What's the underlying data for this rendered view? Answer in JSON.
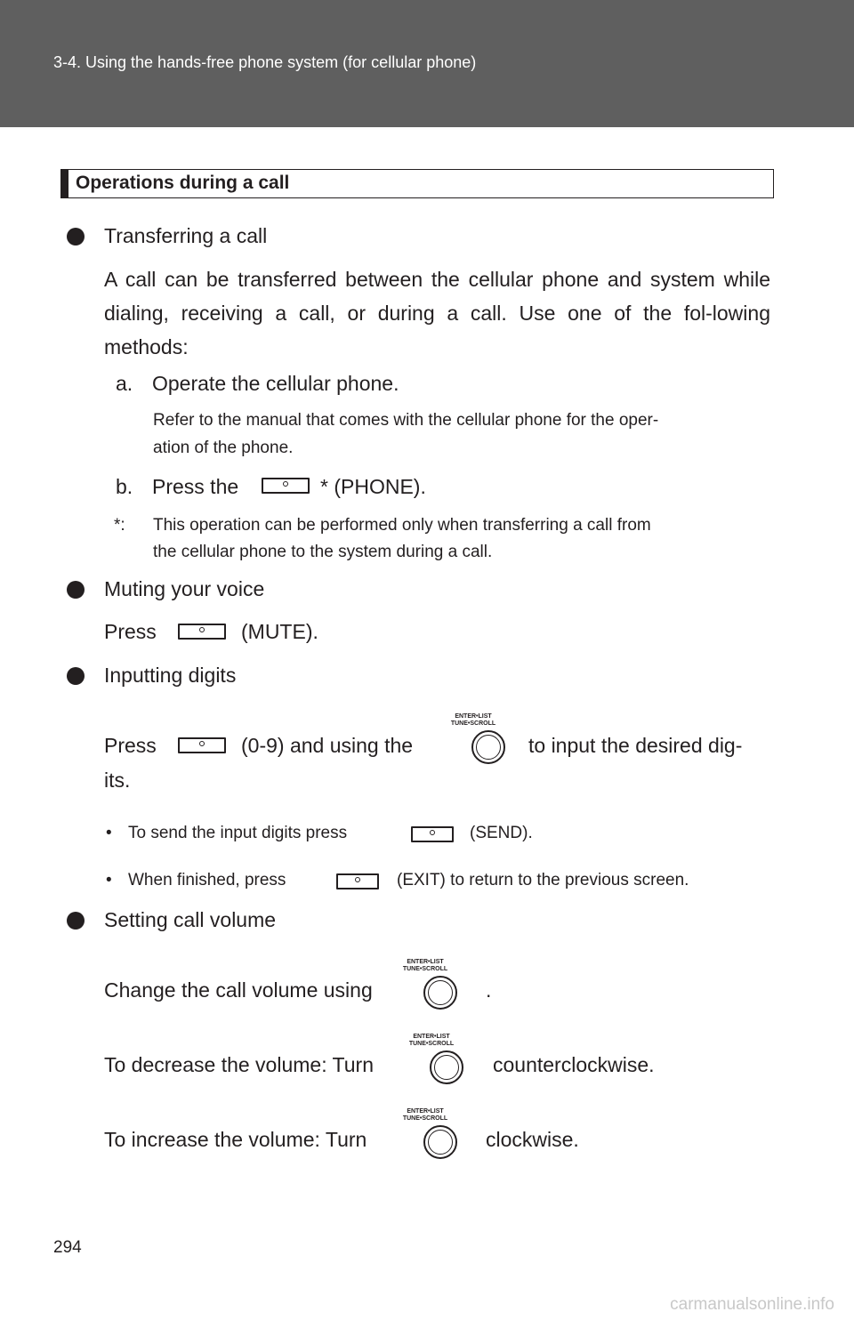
{
  "header": {
    "chapter": "3-4. Using the hands-free phone system (for cellular phone)"
  },
  "section": {
    "title": "Operations during a call"
  },
  "transfer": {
    "heading": "Transferring a call",
    "body": "A call can be transferred between the cellular phone and system while dialing, receiving a call, or during a call. Use one of the fol-lowing methods:",
    "a_label": "a.",
    "a_text": "Operate the cellular phone.",
    "a_note_line1": "Refer to the manual that comes with the cellular phone for the oper-",
    "a_note_line2": "ation of the phone.",
    "b_label": "b.",
    "b_pre": "Press the",
    "b_post": "* (PHONE).",
    "footnote_mark": "*:",
    "footnote_line1": "This operation can be performed only when transferring a call from",
    "footnote_line2": "the cellular phone to the system during a call."
  },
  "mute": {
    "heading": "Muting your voice",
    "pre": "Press",
    "post": "(MUTE)."
  },
  "digits": {
    "heading": "Inputting digits",
    "pre": "Press",
    "mid": "(0-9) and using the",
    "post": "to input the desired dig-",
    "tail": "its.",
    "tip1_pre": "To send the input digits press",
    "tip1_post": "(SEND).",
    "tip2_pre": "When finished, press",
    "tip2_post": "(EXIT) to return to the previous screen."
  },
  "volume": {
    "heading": "Setting call volume",
    "line1_pre": "Change the call volume using",
    "line1_post": ".",
    "line2_pre": "To decrease the volume: Turn",
    "line2_post": "counterclockwise.",
    "line3_pre": "To increase the volume: Turn",
    "line3_post": "clockwise."
  },
  "knob_label_top": "ENTER•LIST",
  "knob_label_bottom": "TUNE•SCROLL",
  "bullet_glyph": "•",
  "page_number": "294",
  "watermark": "carmanualsonline.info"
}
